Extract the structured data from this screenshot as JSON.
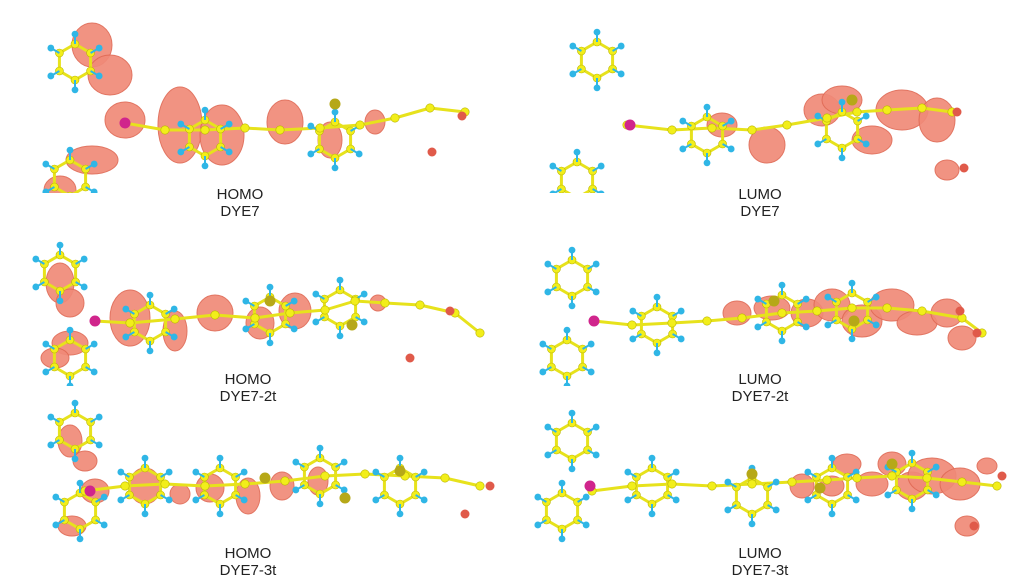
{
  "colors": {
    "lobe": "#f08a78",
    "lobe_edge": "#e06a55",
    "carbon": "#f2ee1a",
    "carbon_bond": "#e7e21c",
    "hydrogen": "#2fb6e6",
    "nitrogen": "#d0258c",
    "sulfur": "#b6a818",
    "oxygen": "#e05a4a"
  },
  "panels": [
    {
      "orbital": "HOMO",
      "dye": "DYE7"
    },
    {
      "orbital": "LUMO",
      "dye": "DYE7"
    },
    {
      "orbital": "HOMO",
      "dye": "DYE7-2t"
    },
    {
      "orbital": "LUMO",
      "dye": "DYE7-2t"
    },
    {
      "orbital": "HOMO",
      "dye": "DYE7-3t"
    },
    {
      "orbital": "LUMO",
      "dye": "DYE7-3t"
    }
  ]
}
